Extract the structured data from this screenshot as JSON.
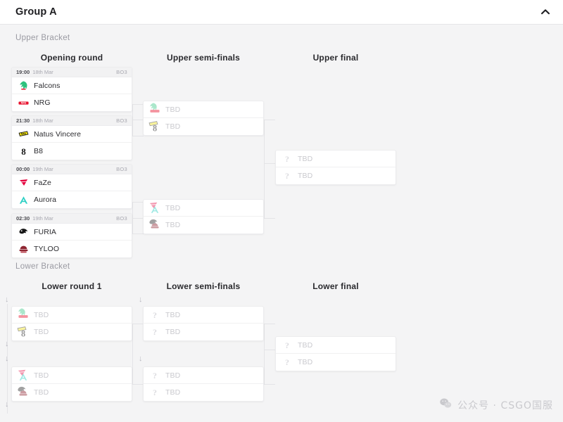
{
  "header": {
    "title": "Group A",
    "collapse_icon": "chevron-up-icon"
  },
  "sections": {
    "upper_label": "Upper Bracket",
    "lower_label": "Lower Bracket"
  },
  "rounds": {
    "upper": [
      "Opening round",
      "Upper semi-finals",
      "Upper final"
    ],
    "lower": [
      "Lower round 1",
      "Lower semi-finals",
      "Lower final"
    ]
  },
  "labels": {
    "tbd": "TBD",
    "bo3": "BO3",
    "drop_arrow": "↓",
    "question": "?"
  },
  "upper_bracket": {
    "opening_round": [
      {
        "time": "19:00",
        "date": "18th Mar",
        "format": "BO3",
        "teams": [
          {
            "name": "Falcons",
            "logo": "falcons-logo"
          },
          {
            "name": "NRG",
            "logo": "nrg-logo"
          }
        ]
      },
      {
        "time": "21:30",
        "date": "18th Mar",
        "format": "BO3",
        "teams": [
          {
            "name": "Natus Vincere",
            "logo": "navi-logo"
          },
          {
            "name": "B8",
            "logo": "b8-logo"
          }
        ]
      },
      {
        "time": "00:00",
        "date": "19th Mar",
        "format": "BO3",
        "teams": [
          {
            "name": "FaZe",
            "logo": "faze-logo"
          },
          {
            "name": "Aurora",
            "logo": "aurora-logo"
          }
        ]
      },
      {
        "time": "02:30",
        "date": "19th Mar",
        "format": "BO3",
        "teams": [
          {
            "name": "FURIA",
            "logo": "furia-logo"
          },
          {
            "name": "TYLOO",
            "logo": "tyloo-logo"
          }
        ]
      }
    ],
    "semi_finals": [
      {
        "teams": [
          {
            "name": "TBD",
            "logo_pair": [
              "falcons-logo",
              "nrg-logo"
            ]
          },
          {
            "name": "TBD",
            "logo_pair": [
              "navi-logo",
              "b8-logo"
            ]
          }
        ]
      },
      {
        "teams": [
          {
            "name": "TBD",
            "logo_pair": [
              "faze-logo",
              "aurora-logo"
            ]
          },
          {
            "name": "TBD",
            "logo_pair": [
              "furia-logo",
              "tyloo-logo"
            ]
          }
        ]
      }
    ],
    "final": [
      {
        "teams": [
          {
            "name": "TBD",
            "logo": "question-logo"
          },
          {
            "name": "TBD",
            "logo": "question-logo"
          }
        ]
      }
    ]
  },
  "lower_bracket": {
    "round_1": [
      {
        "teams": [
          {
            "name": "TBD",
            "logo_pair": [
              "falcons-logo",
              "nrg-logo"
            ]
          },
          {
            "name": "TBD",
            "logo_pair": [
              "navi-logo",
              "b8-logo"
            ]
          }
        ]
      },
      {
        "teams": [
          {
            "name": "TBD",
            "logo_pair": [
              "faze-logo",
              "aurora-logo"
            ]
          },
          {
            "name": "TBD",
            "logo_pair": [
              "furia-logo",
              "tyloo-logo"
            ]
          }
        ]
      }
    ],
    "semi_finals": [
      {
        "teams": [
          {
            "name": "TBD",
            "logo": "question-logo"
          },
          {
            "name": "TBD",
            "logo": "question-logo"
          }
        ]
      }
    ],
    "final": [
      {
        "teams": [
          {
            "name": "TBD",
            "logo": "question-logo"
          },
          {
            "name": "TBD",
            "logo": "question-logo"
          }
        ]
      }
    ]
  },
  "watermark": {
    "icon": "wechat-icon",
    "text": "公众号 · CSGO国服"
  },
  "colors": {
    "page_bg": "#f4f4f5",
    "card_bg": "#ffffff",
    "border": "#ececee",
    "tbd_text": "#c9c9ce",
    "falcons": "#2ec27e",
    "nrg": "#e8112d",
    "navi": "#f5e50a",
    "b8": "#1a1a1a",
    "faze": "#e4003c",
    "aurora": "#2fd0c5",
    "furia": "#161616",
    "tyloo": "#8e2430"
  }
}
